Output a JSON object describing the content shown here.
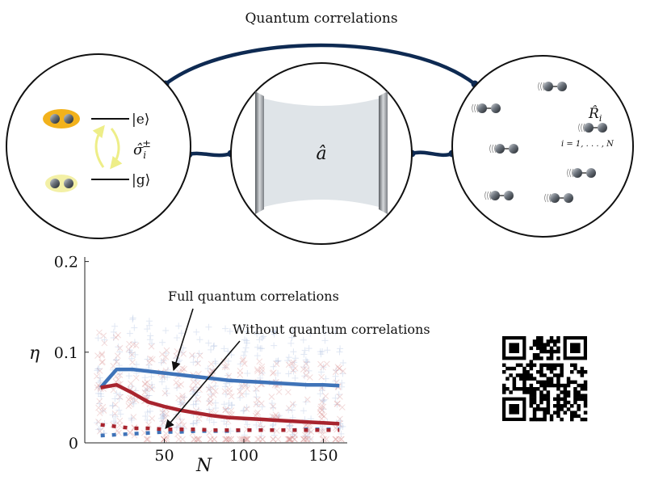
{
  "top_label": "Quantum correlations",
  "left_circle": {
    "excited_label": "|e⟩",
    "ground_label": "|g⟩",
    "operator": "σ̂",
    "operator_sub": "i",
    "operator_sup": "±"
  },
  "center_circle": {
    "mode_label": "â"
  },
  "right_circle": {
    "operator": "R̂",
    "operator_sub": "i",
    "index_range": "i = 1, . . . , N"
  },
  "colors": {
    "link": "#0e2a52",
    "excited_fill": "#f2b21c",
    "ground_fill": "#f3f0a6",
    "transition_arrow": "#eeee88",
    "full_series": "#3f73b8",
    "without_series": "#a8242e",
    "full_scatter": "#a9bcdf",
    "without_scatter": "#d98e8e"
  },
  "chart_data": {
    "type": "line",
    "ylabel": "η",
    "xlabel": "N",
    "xlim": [
      0,
      165
    ],
    "ylim": [
      0,
      0.205
    ],
    "xticks": [
      50,
      100,
      150
    ],
    "yticks": [
      0,
      0.1,
      0.2
    ],
    "ytick_labels": [
      "0",
      "0.1",
      "0.2"
    ],
    "grid": false,
    "annotations": [
      {
        "text": "Full quantum correlations",
        "target_series": 0
      },
      {
        "text": "Without quantum correlations",
        "target_series": 2
      }
    ],
    "series": [
      {
        "style": "solid",
        "color": "#3f73b8",
        "x": [
          10,
          20,
          30,
          40,
          50,
          60,
          70,
          80,
          90,
          100,
          110,
          120,
          130,
          140,
          150,
          160
        ],
        "y": [
          0.061,
          0.081,
          0.081,
          0.079,
          0.077,
          0.075,
          0.073,
          0.071,
          0.069,
          0.068,
          0.067,
          0.066,
          0.065,
          0.064,
          0.064,
          0.063
        ]
      },
      {
        "style": "solid",
        "color": "#a8242e",
        "x": [
          10,
          20,
          30,
          40,
          50,
          60,
          70,
          80,
          90,
          100,
          110,
          120,
          130,
          140,
          150,
          160
        ],
        "y": [
          0.061,
          0.064,
          0.055,
          0.045,
          0.04,
          0.036,
          0.033,
          0.03,
          0.028,
          0.027,
          0.026,
          0.025,
          0.024,
          0.023,
          0.022,
          0.021
        ]
      },
      {
        "style": "dotted",
        "color": "#3f73b8",
        "x": [
          10,
          20,
          30,
          40,
          50,
          60,
          70,
          80,
          90,
          100,
          110,
          120,
          130,
          140,
          150,
          160
        ],
        "y": [
          0.008,
          0.009,
          0.01,
          0.011,
          0.012,
          0.012,
          0.013,
          0.013,
          0.013,
          0.014,
          0.014,
          0.014,
          0.014,
          0.015,
          0.015,
          0.015
        ]
      },
      {
        "style": "dotted",
        "color": "#a8242e",
        "x": [
          10,
          20,
          30,
          40,
          50,
          60,
          70,
          80,
          90,
          100,
          110,
          120,
          130,
          140,
          150,
          160
        ],
        "y": [
          0.02,
          0.018,
          0.016,
          0.016,
          0.015,
          0.015,
          0.015,
          0.014,
          0.014,
          0.014,
          0.014,
          0.014,
          0.014,
          0.014,
          0.014,
          0.014
        ]
      }
    ]
  }
}
